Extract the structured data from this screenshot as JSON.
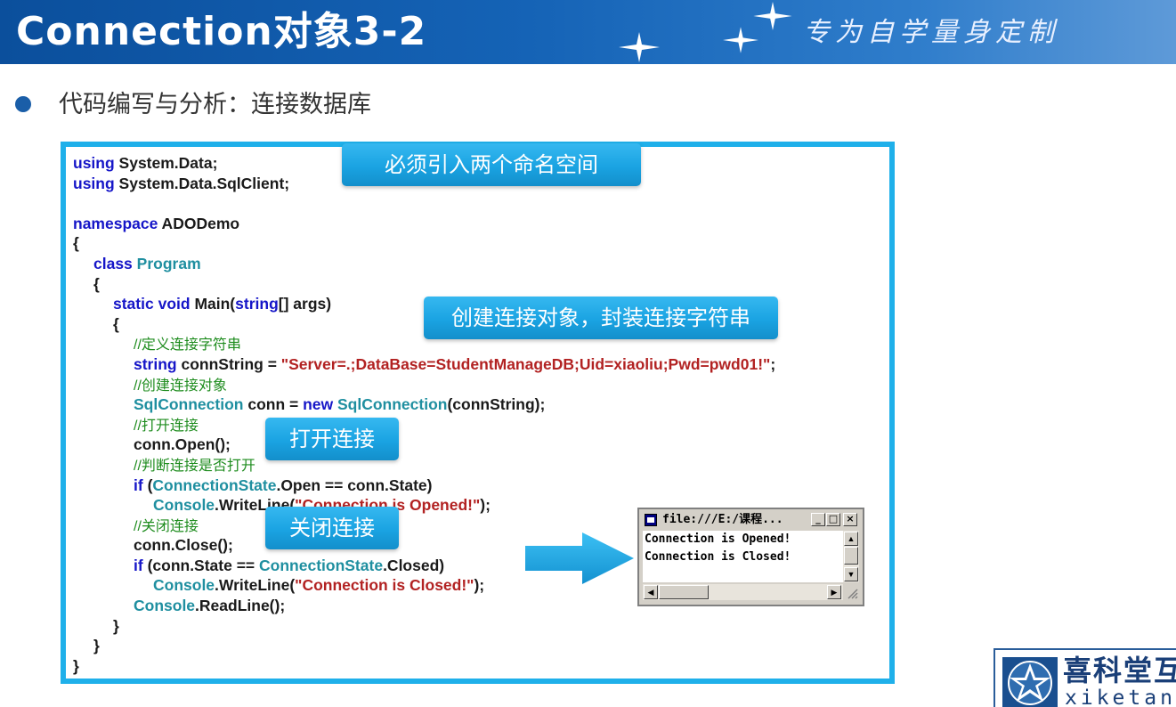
{
  "header": {
    "title": "Connection对象3-2",
    "slogan": "专为自学量身定制"
  },
  "bullet": {
    "text": "代码编写与分析：连接数据库"
  },
  "code": {
    "l1_kw": "using",
    "l1_rest": " System.Data;",
    "l2_kw": "using",
    "l2_rest": " System.Data.SqlClient;",
    "l4_kw": "namespace",
    "l4_rest": " ADODemo",
    "l5": "{",
    "l6_kw": "class",
    "l6_ty": "Program",
    "l7": "{",
    "l8_kw1": "static",
    "l8_kw2": "void",
    "l8_mid": " Main(",
    "l8_kw3": "string",
    "l8_rest": "[] args)",
    "l9": "{",
    "l10_cmt": "//定义连接字符串",
    "l11_kw": "string",
    "l11_mid": " connString = ",
    "l11_str": "\"Server=.;DataBase=StudentManageDB;Uid=xiaoliu;Pwd=pwd01!\"",
    "l11_end": ";",
    "l12_cmt": "//创建连接对象",
    "l13_ty1": "SqlConnection",
    "l13_mid": " conn = ",
    "l13_kw": "new",
    "l13_ty2": " SqlConnection",
    "l13_rest": "(connString);",
    "l14_cmt": "//打开连接",
    "l15": "conn.Open();",
    "l16_cmt": "//判断连接是否打开",
    "l17_kw": "if",
    "l17_a": " (",
    "l17_ty": "ConnectionState",
    "l17_rest": ".Open == conn.State)",
    "l18_ty": "Console",
    "l18_mid": ".WriteLine(",
    "l18_str": "\"Connection is Opened!\"",
    "l18_end": ");",
    "l19_cmt": "//关闭连接",
    "l20": "conn.Close();",
    "l21_kw": "if",
    "l21_a": " (conn.State == ",
    "l21_ty": "ConnectionState",
    "l21_rest": ".Closed)",
    "l22_ty": "Console",
    "l22_mid": ".WriteLine(",
    "l22_str": "\"Connection is Closed!\"",
    "l22_end": ");",
    "l23_ty": "Console",
    "l23_rest": ".ReadLine();",
    "l24": "}",
    "l25": "}",
    "l26": "}"
  },
  "callouts": {
    "namespaces": "必须引入两个命名空间",
    "create_conn": "创建连接对象，封装连接字符串",
    "open_conn": "打开连接",
    "close_conn": "关闭连接"
  },
  "console": {
    "title": "file:///E:/课程...",
    "output": [
      "Connection is Opened!",
      "Connection is Closed!"
    ],
    "minimize": "_",
    "maximize": "□",
    "close": "×"
  },
  "logo": {
    "name_cn": "喜科堂互",
    "name_en": "xiketan"
  },
  "colors": {
    "header_bg": "#1563b6",
    "panel_border": "#1fb0ea",
    "callout_bg": "#1aa3e2",
    "keyword": "#1616c8",
    "type": "#1f8fa0",
    "string": "#b22222",
    "comment": "#1e8c1e",
    "logo": "#1a3f78"
  },
  "icons": {
    "header_stars": "sparkle-star-icon",
    "console_app": "console-app-icon",
    "arrow": "right-arrow-icon",
    "logo_emblem": "star-emblem-icon"
  }
}
